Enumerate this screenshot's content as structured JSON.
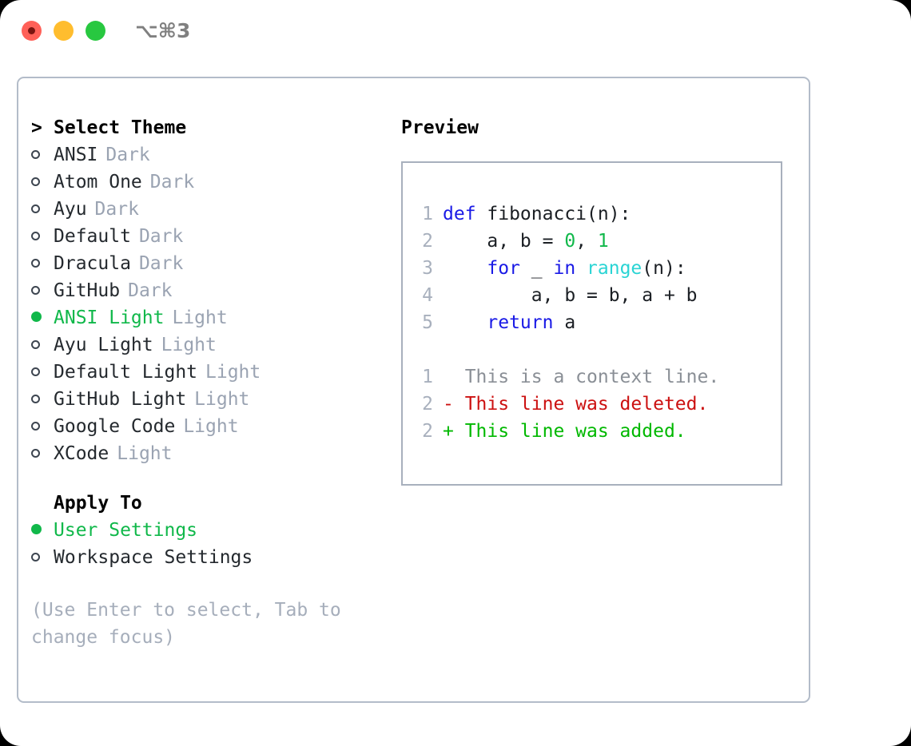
{
  "titlebar": {
    "shortcut": "⌥⌘3",
    "dots": [
      "close",
      "minimize",
      "maximize"
    ]
  },
  "left": {
    "header": {
      "marker": ">",
      "label": "Select Theme"
    },
    "themes": [
      {
        "marker": "ring",
        "name": "ANSI",
        "tag": "Dark",
        "selected": false
      },
      {
        "marker": "ring",
        "name": "Atom One",
        "tag": "Dark",
        "selected": false
      },
      {
        "marker": "ring",
        "name": "Ayu",
        "tag": "Dark",
        "selected": false
      },
      {
        "marker": "ring",
        "name": "Default",
        "tag": "Dark",
        "selected": false
      },
      {
        "marker": "ring",
        "name": "Dracula",
        "tag": "Dark",
        "selected": false
      },
      {
        "marker": "ring",
        "name": "GitHub",
        "tag": "Dark",
        "selected": false
      },
      {
        "marker": "dot",
        "name": "ANSI Light",
        "tag": "Light",
        "selected": true
      },
      {
        "marker": "ring",
        "name": "Ayu Light",
        "tag": "Light",
        "selected": false
      },
      {
        "marker": "ring",
        "name": "Default Light",
        "tag": "Light",
        "selected": false
      },
      {
        "marker": "ring",
        "name": "GitHub Light",
        "tag": "Light",
        "selected": false
      },
      {
        "marker": "ring",
        "name": "Google Code",
        "tag": "Light",
        "selected": false
      },
      {
        "marker": "ring",
        "name": "XCode",
        "tag": "Light",
        "selected": false
      }
    ],
    "apply_to": {
      "heading": "Apply To",
      "options": [
        {
          "marker": "dot",
          "label": "User Settings",
          "selected": true
        },
        {
          "marker": "ring",
          "label": "Workspace Settings",
          "selected": false
        }
      ]
    },
    "hint": "(Use Enter to select, Tab to change focus)"
  },
  "right": {
    "heading": "Preview",
    "code_lines": [
      {
        "num": "1",
        "tokens": [
          {
            "t": "def ",
            "c": "kw"
          },
          {
            "t": "fibonacci(n):",
            "c": "plain"
          }
        ]
      },
      {
        "num": "2",
        "tokens": [
          {
            "t": "    a, b = ",
            "c": "plain"
          },
          {
            "t": "0",
            "c": "num"
          },
          {
            "t": ", ",
            "c": "plain"
          },
          {
            "t": "1",
            "c": "num"
          }
        ]
      },
      {
        "num": "3",
        "tokens": [
          {
            "t": "    ",
            "c": "plain"
          },
          {
            "t": "for",
            "c": "kw"
          },
          {
            "t": " _ ",
            "c": "plain"
          },
          {
            "t": "in",
            "c": "kw"
          },
          {
            "t": " ",
            "c": "plain"
          },
          {
            "t": "range",
            "c": "fn"
          },
          {
            "t": "(n):",
            "c": "plain"
          }
        ]
      },
      {
        "num": "4",
        "tokens": [
          {
            "t": "        a, b = b, a + b",
            "c": "plain"
          }
        ]
      },
      {
        "num": "5",
        "tokens": [
          {
            "t": "    ",
            "c": "plain"
          },
          {
            "t": "return",
            "c": "kw"
          },
          {
            "t": " a",
            "c": "plain"
          }
        ]
      }
    ],
    "diff_lines": [
      {
        "num": "1",
        "text": "  This is a context line.",
        "cls": "diff-ctx"
      },
      {
        "num": "2",
        "text": "- This line was deleted.",
        "cls": "diff-del"
      },
      {
        "num": "2",
        "text": "+ This line was added.",
        "cls": "diff-add"
      }
    ]
  },
  "colors": {
    "accent_green": "#10b84a",
    "keyword_blue": "#1a1ae6",
    "function_cyan": "#2ad4d4",
    "tag_gray": "#9aa3b2",
    "diff_delete_red": "#cc1111",
    "diff_add_green": "#00b800",
    "border_gray": "#a8b0bd"
  }
}
